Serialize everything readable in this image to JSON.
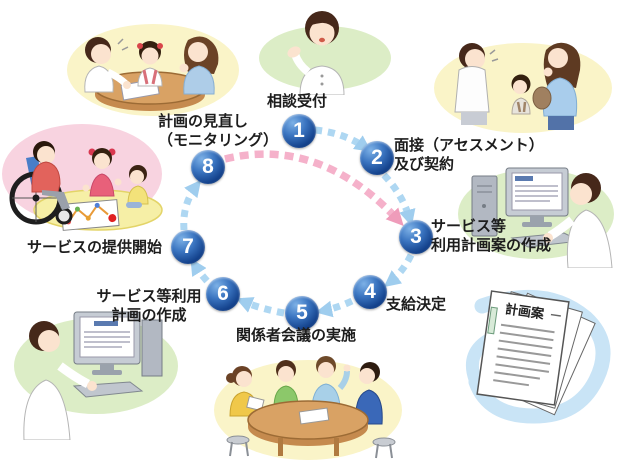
{
  "diagram": {
    "type": "cycle-flow",
    "steps": [
      {
        "num": "1",
        "label": "相談受付"
      },
      {
        "num": "2",
        "label": "面接（アセスメント）\n及び契約"
      },
      {
        "num": "3",
        "label": "サービス等\n利用計画案の作成"
      },
      {
        "num": "4",
        "label": "支給決定"
      },
      {
        "num": "5",
        "label": "関係者会議の実施"
      },
      {
        "num": "6",
        "label": "サービス等利用\n計画の作成"
      },
      {
        "num": "7",
        "label": "サービスの提供開始"
      },
      {
        "num": "8",
        "label": "計画の見直し\n（モニタリング）"
      }
    ],
    "document_label": "計画案",
    "colors": {
      "step_circle_blue": "#14428c",
      "arrow_blue": "#aed7f2",
      "arrowhead_blue": "#9fcdee",
      "arrow_pink": "#f5b1ca",
      "arrowhead_pink": "#ef9cba",
      "blob_yellow": "#faf4c8",
      "blob_green": "#dcedc6",
      "blob_pink": "#f8d3e0",
      "swirl_blue": "#c9e4f6"
    }
  }
}
